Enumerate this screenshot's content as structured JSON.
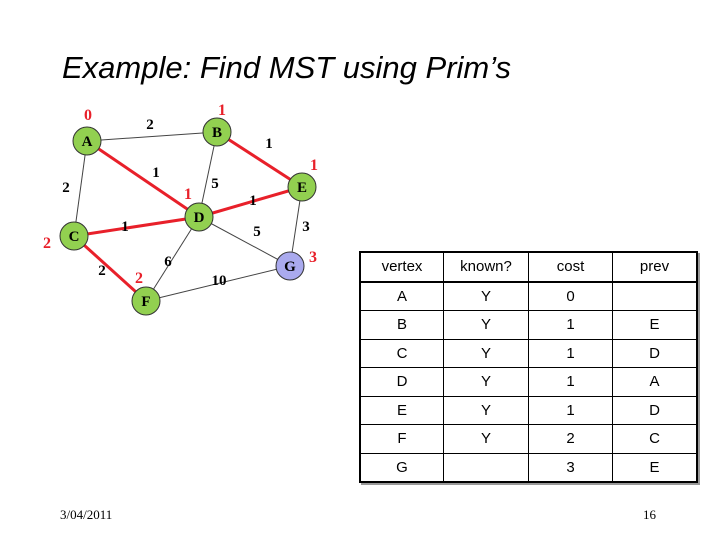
{
  "title": "Example: Find MST using Prim’s",
  "graph": {
    "nodes": [
      {
        "id": "A",
        "cost": "0"
      },
      {
        "id": "B",
        "cost": "1"
      },
      {
        "id": "C",
        "cost": "2"
      },
      {
        "id": "D",
        "cost": "1"
      },
      {
        "id": "E",
        "cost": "1"
      },
      {
        "id": "F",
        "cost": "2"
      },
      {
        "id": "G",
        "cost": "3"
      }
    ],
    "edges": [
      {
        "from": "A",
        "to": "B",
        "weight": "2",
        "in_mst": false
      },
      {
        "from": "A",
        "to": "C",
        "weight": "2",
        "in_mst": false
      },
      {
        "from": "A",
        "to": "D",
        "weight": "1",
        "in_mst": true
      },
      {
        "from": "B",
        "to": "D",
        "weight": "5",
        "in_mst": false
      },
      {
        "from": "B",
        "to": "E",
        "weight": "1",
        "in_mst": true
      },
      {
        "from": "C",
        "to": "D",
        "weight": "1",
        "in_mst": true
      },
      {
        "from": "C",
        "to": "F",
        "weight": "2",
        "in_mst": true
      },
      {
        "from": "D",
        "to": "E",
        "weight": "1",
        "in_mst": true
      },
      {
        "from": "D",
        "to": "F",
        "weight": "6",
        "in_mst": false
      },
      {
        "from": "D",
        "to": "G",
        "weight": "5",
        "in_mst": false
      },
      {
        "from": "E",
        "to": "G",
        "weight": "3",
        "in_mst": false
      },
      {
        "from": "F",
        "to": "G",
        "weight": "10",
        "in_mst": false
      }
    ],
    "colors": {
      "node_fill": "#92d050",
      "highlight_node_fill": "#aaaaee",
      "mst_edge": "#e8202a",
      "cost_label": "#e8202a",
      "edge": "#444444"
    }
  },
  "table": {
    "headers": [
      "vertex",
      "known?",
      "cost",
      "prev"
    ],
    "rows": [
      [
        "A",
        "Y",
        "0",
        ""
      ],
      [
        "B",
        "Y",
        "1",
        "E"
      ],
      [
        "C",
        "Y",
        "1",
        "D"
      ],
      [
        "D",
        "Y",
        "1",
        "A"
      ],
      [
        "E",
        "Y",
        "1",
        "D"
      ],
      [
        "F",
        "Y",
        "2",
        "C"
      ],
      [
        "G",
        "",
        "3",
        "E"
      ]
    ]
  },
  "footer": {
    "date": "3/04/2011",
    "page": "16"
  }
}
